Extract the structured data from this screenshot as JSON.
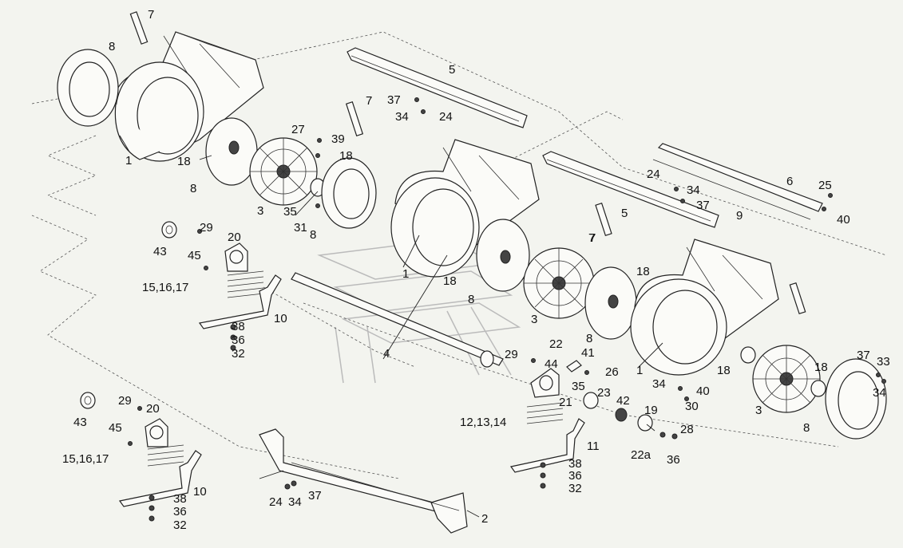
{
  "diagram": {
    "labels": [
      {
        "id": "l-7a",
        "text": "7"
      },
      {
        "id": "l-8a",
        "text": "8"
      },
      {
        "id": "l-5a",
        "text": "5"
      },
      {
        "id": "l-37a",
        "text": "37"
      },
      {
        "id": "l-7b",
        "text": "7"
      },
      {
        "id": "l-34a",
        "text": "34"
      },
      {
        "id": "l-24a",
        "text": "24"
      },
      {
        "id": "l-1a",
        "text": "1"
      },
      {
        "id": "l-18a",
        "text": "18"
      },
      {
        "id": "l-27",
        "text": "27"
      },
      {
        "id": "l-39",
        "text": "39"
      },
      {
        "id": "l-18b",
        "text": "18"
      },
      {
        "id": "l-8b",
        "text": "8"
      },
      {
        "id": "l-3a",
        "text": "3"
      },
      {
        "id": "l-35a",
        "text": "35"
      },
      {
        "id": "l-31",
        "text": "31"
      },
      {
        "id": "l-8c",
        "text": "8"
      },
      {
        "id": "l-24b",
        "text": "24"
      },
      {
        "id": "l-34b",
        "text": "34"
      },
      {
        "id": "l-37b",
        "text": "37"
      },
      {
        "id": "l-6",
        "text": "6"
      },
      {
        "id": "l-25",
        "text": "25"
      },
      {
        "id": "l-9",
        "text": "9"
      },
      {
        "id": "l-40a",
        "text": "40"
      },
      {
        "id": "l-5b",
        "text": "5"
      },
      {
        "id": "l-7c",
        "text": "7"
      },
      {
        "id": "l-29a",
        "text": "29"
      },
      {
        "id": "l-20a",
        "text": "20"
      },
      {
        "id": "l-43a",
        "text": "43"
      },
      {
        "id": "l-45a",
        "text": "45"
      },
      {
        "id": "l-151617a",
        "text": "15,16,17"
      },
      {
        "id": "l-1b",
        "text": "1"
      },
      {
        "id": "l-18c",
        "text": "18"
      },
      {
        "id": "l-18d",
        "text": "18"
      },
      {
        "id": "l-7d",
        "text": "7"
      },
      {
        "id": "l-8d",
        "text": "8"
      },
      {
        "id": "l-3b",
        "text": "3"
      },
      {
        "id": "l-10a",
        "text": "10"
      },
      {
        "id": "l-38a",
        "text": "38"
      },
      {
        "id": "l-36a",
        "text": "36"
      },
      {
        "id": "l-32a",
        "text": "32"
      },
      {
        "id": "l-4",
        "text": "4"
      },
      {
        "id": "l-8e",
        "text": "8"
      },
      {
        "id": "l-22",
        "text": "22"
      },
      {
        "id": "l-29b",
        "text": "29"
      },
      {
        "id": "l-44",
        "text": "44"
      },
      {
        "id": "l-41",
        "text": "41"
      },
      {
        "id": "l-1c",
        "text": "1"
      },
      {
        "id": "l-37c",
        "text": "37"
      },
      {
        "id": "l-33",
        "text": "33"
      },
      {
        "id": "l-26",
        "text": "26"
      },
      {
        "id": "l-18e",
        "text": "18"
      },
      {
        "id": "l-18f",
        "text": "18"
      },
      {
        "id": "l-35b",
        "text": "35"
      },
      {
        "id": "l-34c",
        "text": "34"
      },
      {
        "id": "l-40b",
        "text": "40"
      },
      {
        "id": "l-34d",
        "text": "34"
      },
      {
        "id": "l-21",
        "text": "21"
      },
      {
        "id": "l-23",
        "text": "23"
      },
      {
        "id": "l-42",
        "text": "42"
      },
      {
        "id": "l-30",
        "text": "30"
      },
      {
        "id": "l-3c",
        "text": "3"
      },
      {
        "id": "l-121314",
        "text": "12,13,14"
      },
      {
        "id": "l-19",
        "text": "19"
      },
      {
        "id": "l-8f",
        "text": "8"
      },
      {
        "id": "l-28",
        "text": "28"
      },
      {
        "id": "l-11",
        "text": "11"
      },
      {
        "id": "l-22a",
        "text": "22a"
      },
      {
        "id": "l-36b",
        "text": "36"
      },
      {
        "id": "l-38b",
        "text": "38"
      },
      {
        "id": "l-36c",
        "text": "36"
      },
      {
        "id": "l-32b",
        "text": "32"
      },
      {
        "id": "l-43b",
        "text": "43"
      },
      {
        "id": "l-29c",
        "text": "29"
      },
      {
        "id": "l-20b",
        "text": "20"
      },
      {
        "id": "l-45b",
        "text": "45"
      },
      {
        "id": "l-151617b",
        "text": "15,16,17"
      },
      {
        "id": "l-10b",
        "text": "10"
      },
      {
        "id": "l-38c",
        "text": "38"
      },
      {
        "id": "l-36d",
        "text": "36"
      },
      {
        "id": "l-32c",
        "text": "32"
      },
      {
        "id": "l-24c",
        "text": "24"
      },
      {
        "id": "l-34e",
        "text": "34"
      },
      {
        "id": "l-37d",
        "text": "37"
      },
      {
        "id": "l-2",
        "text": "2"
      }
    ]
  }
}
